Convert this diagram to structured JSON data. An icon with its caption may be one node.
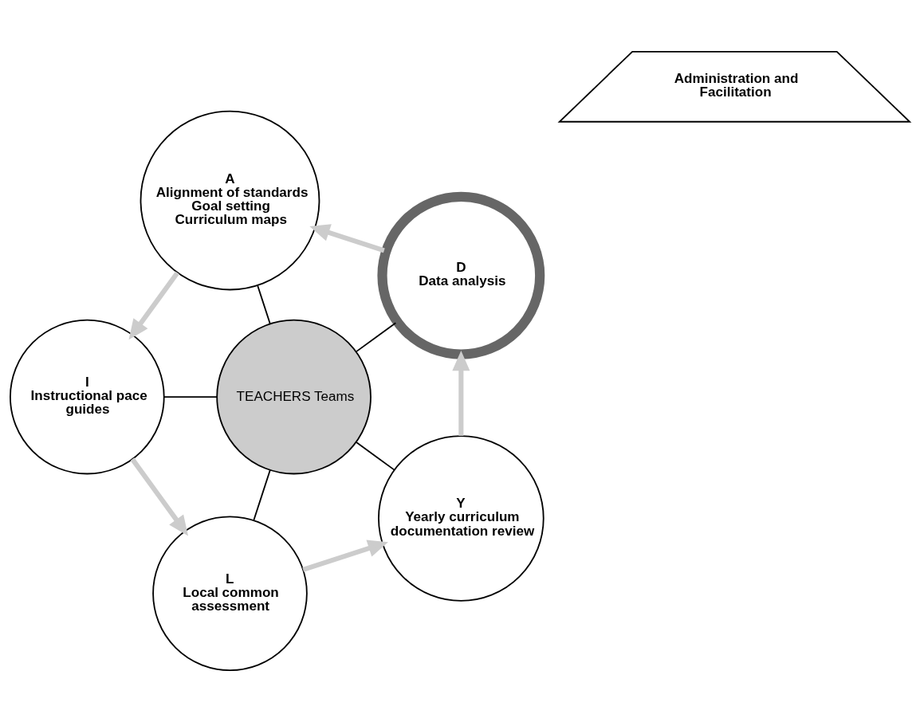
{
  "diagram": {
    "nodes": [
      {
        "text": [
          "TEACHERS Teams"
        ]
      },
      {
        "text": [
          "D",
          "Data analysis"
        ]
      },
      {
        "text": [
          "A",
          "Alignment of standards",
          "Goal setting",
          "Curriculum maps"
        ]
      },
      {
        "text": [
          "I",
          "Instructional pace guides"
        ]
      },
      {
        "text": [
          "L",
          "Local common assessment"
        ]
      },
      {
        "text": [
          "Y",
          "Yearly curriculum documentation review"
        ]
      },
      {
        "text": [
          "Administration and Facilitation"
        ]
      }
    ],
    "edges": [
      {
        "from": 0,
        "to": 1,
        "arrow": "none"
      },
      {
        "from": 0,
        "to": 2,
        "arrow": "none"
      },
      {
        "from": 0,
        "to": 3,
        "arrow": "none"
      },
      {
        "from": 0,
        "to": 4,
        "arrow": "none"
      },
      {
        "from": 0,
        "to": 5,
        "arrow": "none"
      },
      {
        "from": 1,
        "to": 2,
        "arrow": "to",
        "style": "thick",
        "color": "#cccccc"
      },
      {
        "from": 2,
        "to": 3,
        "arrow": "to",
        "style": "thick",
        "color": "#cccccc"
      },
      {
        "from": 3,
        "to": 4,
        "arrow": "to",
        "style": "thick",
        "color": "#cccccc"
      },
      {
        "from": 4,
        "to": 5,
        "arrow": "to",
        "style": "thick",
        "color": "#cccccc"
      },
      {
        "from": 5,
        "to": 1,
        "arrow": "to",
        "style": "thick",
        "color": "#cccccc"
      }
    ]
  }
}
